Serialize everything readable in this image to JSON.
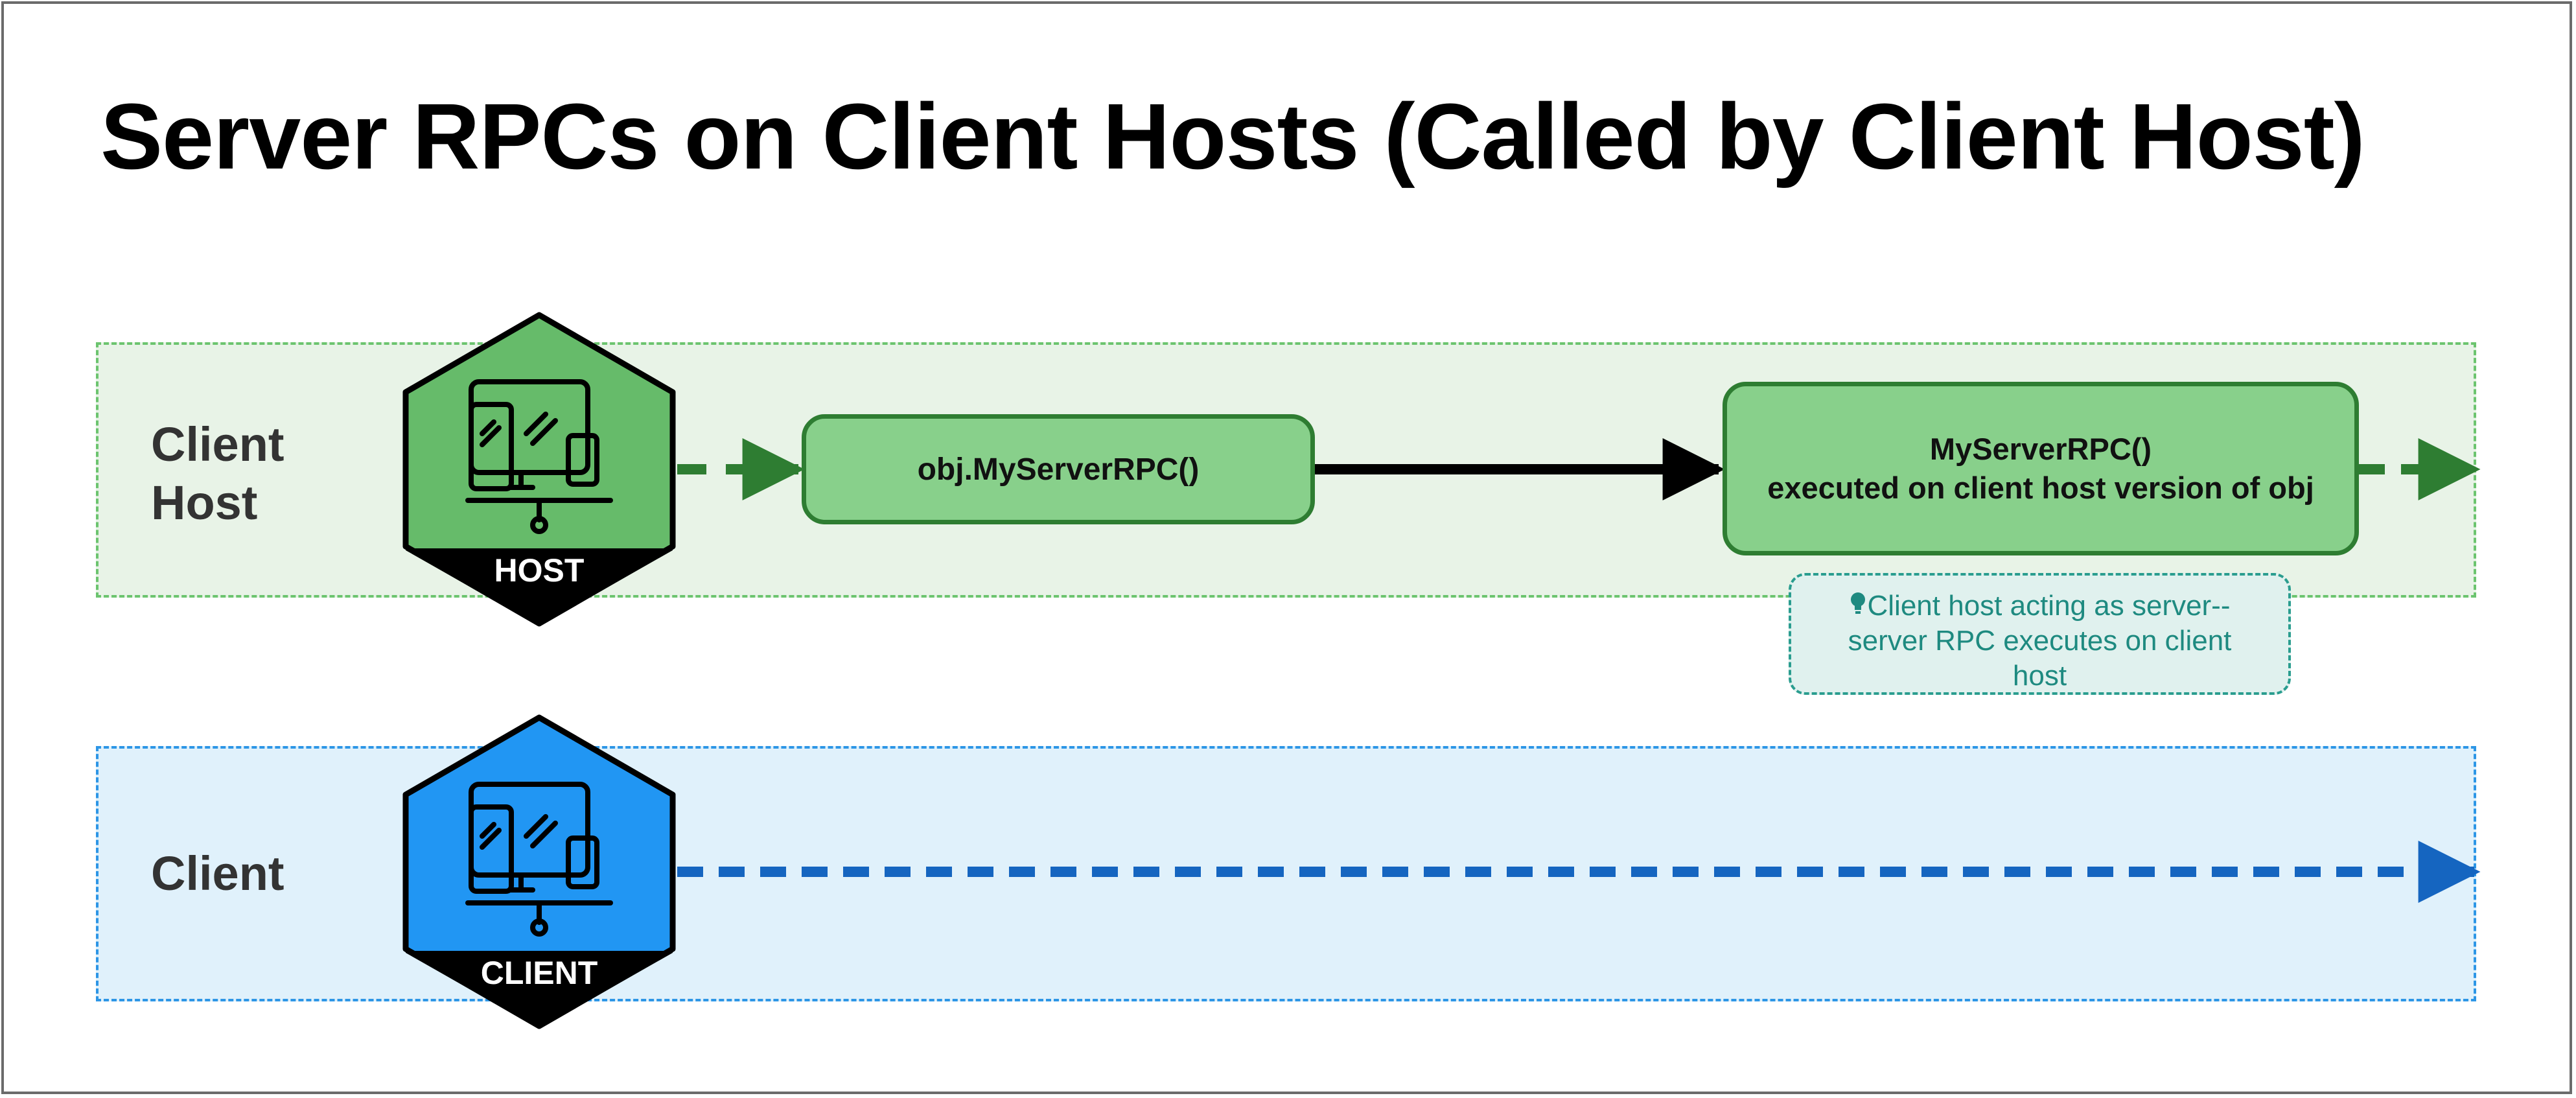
{
  "title": "Server RPCs on Client Hosts (Called by Client Host)",
  "lanes": {
    "client_host": {
      "label_line1": "Client",
      "label_line2": "Host",
      "badge": "HOST",
      "color": "#66bb6a"
    },
    "client": {
      "label": "Client",
      "badge": "CLIENT",
      "color": "#2196f3"
    }
  },
  "nodes": {
    "call": {
      "label": "obj.MyServerRPC()"
    },
    "exec": {
      "line1": "MyServerRPC()",
      "line2": "executed on client host version of obj"
    }
  },
  "note": {
    "icon": "lightbulb-icon",
    "line1": "Client host acting as server--",
    "line2": "server RPC executes on client",
    "line3": "host"
  },
  "colors": {
    "host_lane_border": "#6cc46f",
    "host_lane_fill": "#e8f3e7",
    "client_lane_border": "#2d96e6",
    "client_lane_fill": "#e0f1fb",
    "node_fill": "#88d08b",
    "node_border": "#2e7d32",
    "note_border": "#2a9d8f",
    "note_text": "#1e8a80"
  }
}
